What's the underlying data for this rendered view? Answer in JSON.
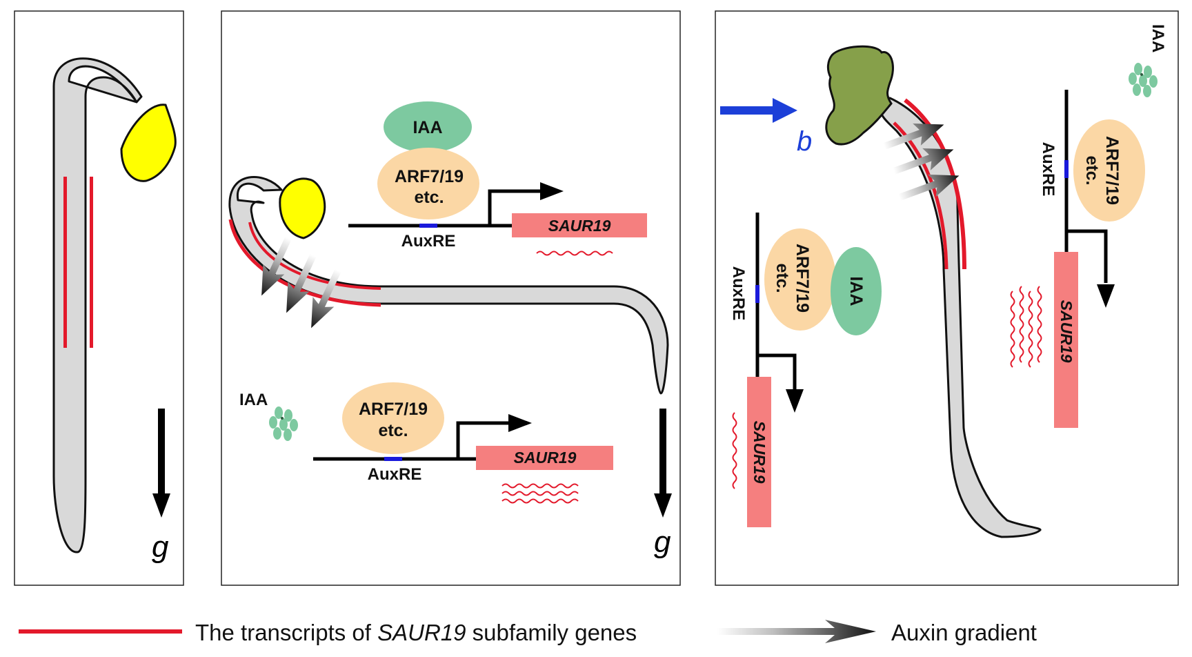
{
  "labels": {
    "iaa": "IAA",
    "arf_line1": "ARF7/19",
    "arf_line2": "etc.",
    "auxre": "AuxRE",
    "gene": "SAUR19",
    "gravity": "g",
    "light": "b"
  },
  "legend": {
    "transcripts_prefix": "The transcripts of ",
    "transcripts_gene": "SAUR19",
    "transcripts_suffix": " subfamily genes",
    "gradient": "Auxin gradient"
  },
  "colors": {
    "seedling_gray": "#d9d9d9",
    "cotyledon_yellow": "#ffff00",
    "cotyledon_green": "#86a04a",
    "transcript_red": "#e3192b",
    "iaa_green": "#7dc9a0",
    "arf_peach": "#fbd7a5",
    "gene_box": "#f57f7f",
    "auxre_blue": "#1a1adb",
    "light_arrow_blue": "#1c3fd8"
  }
}
